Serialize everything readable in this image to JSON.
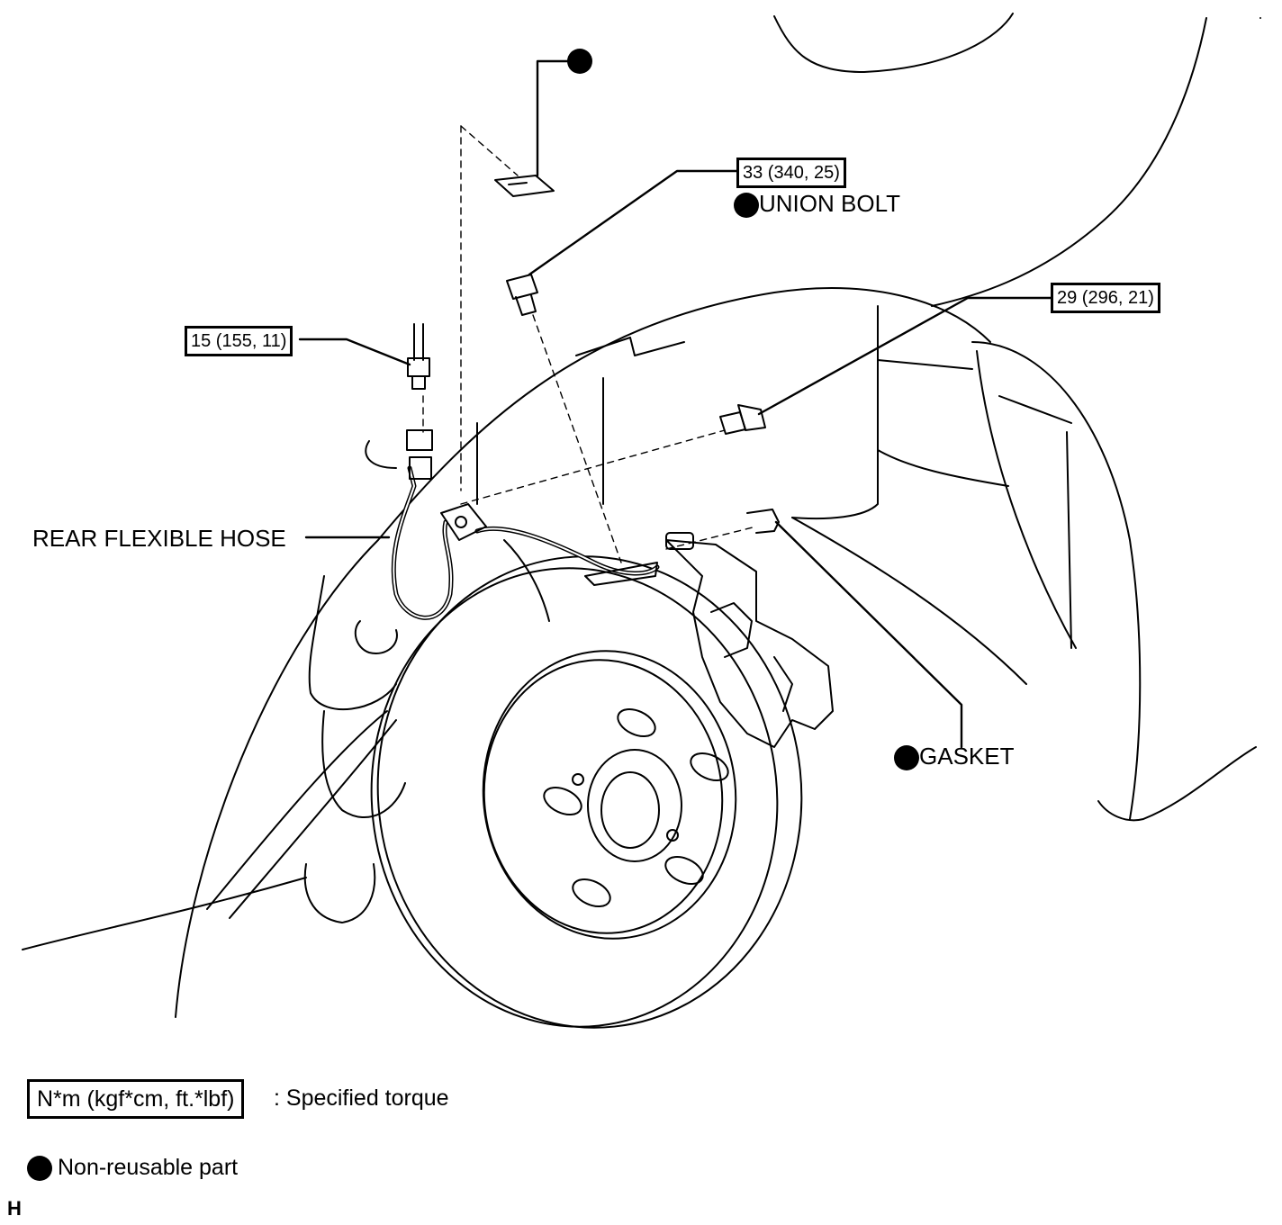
{
  "callouts": {
    "torque_a": "33 (340, 25)",
    "torque_b": "29 (296, 21)",
    "torque_c": "15 (155, 11)",
    "union_bolt": "UNION BOLT",
    "rear_flexible_hose": "REAR FLEXIBLE HOSE",
    "gasket": "GASKET"
  },
  "legend": {
    "torque_unit": "N*m (kgf*cm, ft.*lbf)",
    "torque_desc": ": Specified torque",
    "nonreusable_desc": "Non-reusable part"
  },
  "corner_marker": "H"
}
